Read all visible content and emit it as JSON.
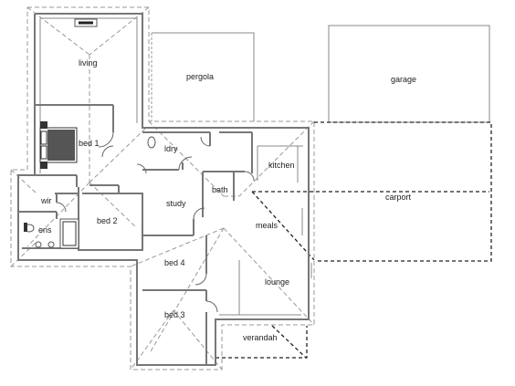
{
  "rooms": {
    "living": "living",
    "pergola": "pergola",
    "garage": "garage",
    "ldry": "ldry",
    "kitchen": "kitchen",
    "bed1": "bed 1",
    "bath": "bath",
    "carport": "carport",
    "wir": "wir",
    "study": "study",
    "meals": "meals",
    "bed2": "bed 2",
    "ens": "ens",
    "bed4": "bed 4",
    "lounge": "lounge",
    "bed3": "bed 3",
    "verandah": "verandah"
  }
}
